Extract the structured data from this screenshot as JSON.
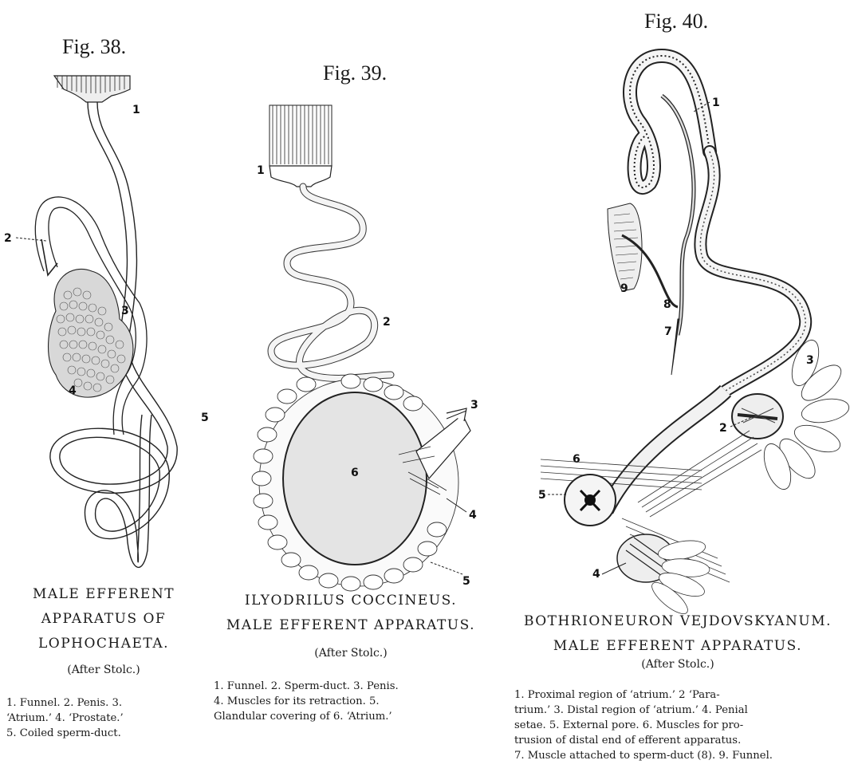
{
  "figures": [
    {
      "title": "Fig. 38.",
      "caption_lines": [
        "MALE EFFERENT",
        "APPARATUS OF",
        "LOPHOCHAETA."
      ],
      "source": "(After Stolc.)",
      "legend_lines": [
        "1. Funnel.  2. Penis.  3.",
        "‘Atrium.’    4. ‘Prostate.’",
        "5. Coiled sperm-duct."
      ],
      "labels": [
        "1",
        "2",
        "3",
        "4",
        "5"
      ]
    },
    {
      "title": "Fig. 39.",
      "caption_lines": [
        "ILYODRILUS COCCINEUS.",
        "MALE EFFERENT APPARATUS."
      ],
      "source": "(After Stolc.)",
      "legend_lines": [
        "1. Funnel.  2. Sperm-duct.  3. Penis.",
        "4. Muscles for its retraction.         5.",
        "Glandular covering of    6. ‘Atrium.’"
      ],
      "labels": [
        "1",
        "2",
        "3",
        "4",
        "5",
        "6"
      ]
    },
    {
      "title": "Fig. 40.",
      "caption_lines": [
        "BOTHRIONEURON VEJDOVSKYANUM.",
        "MALE EFFERENT APPARATUS."
      ],
      "source": "(After Stolc.)",
      "legend_lines": [
        "1. Proximal region of ‘atrium.’   2 ‘Para-",
        "trium.’  3. Distal region of ‘atrium.’  4. Penial",
        "setae.   5. External pore.   6. Muscles for pro-",
        "trusion of distal end of efferent apparatus.",
        "7. Muscle attached to sperm-duct (8).  9. Funnel."
      ],
      "labels": [
        "1",
        "2",
        "3",
        "4",
        "5",
        "6",
        "7",
        "8",
        "9"
      ]
    }
  ]
}
